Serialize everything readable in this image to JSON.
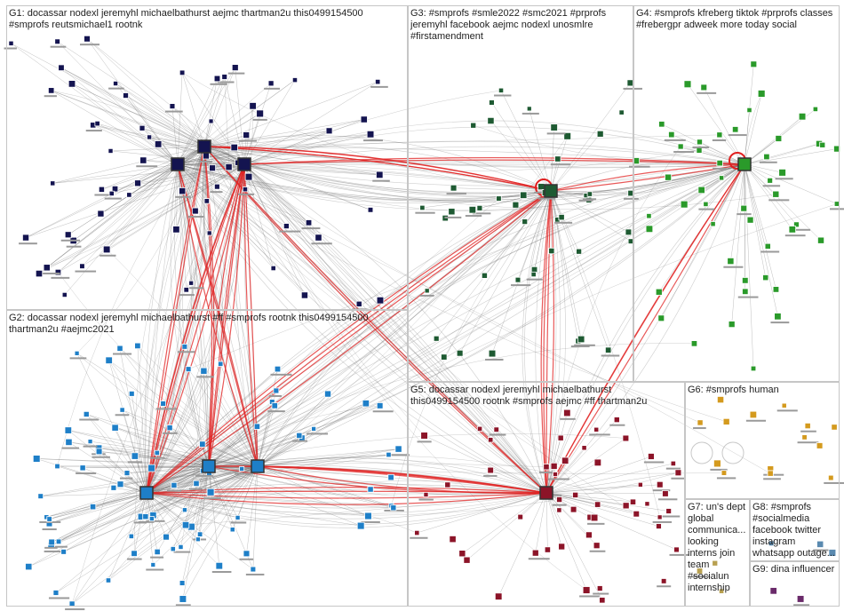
{
  "graph": {
    "groups": [
      {
        "id": "G1",
        "label": "G1: docassar nodexl jeremyhl michaelbathurst aejmc thartman2u this0499154500 #smprofs reutsmichael1 rootnk",
        "node_color": "#141450"
      },
      {
        "id": "G2",
        "label": "G2: docassar nodexl jeremyhl michaelbathurst #ff #smprofs rootnk this0499154500 thartman2u #aejmc2021",
        "node_color": "#1e7fc8"
      },
      {
        "id": "G3",
        "label": "G3: #smprofs #smle2022 #smc2021 #prprofs jeremyhl facebook aejmc nodexl unosmlre #firstamendment",
        "node_color": "#1e5a32"
      },
      {
        "id": "G4",
        "label": "G4: #smprofs kfreberg tiktok #prprofs classes #frebergpr adweek more today social",
        "node_color": "#2a9a2a"
      },
      {
        "id": "G5",
        "label": "G5: docassar nodexl jeremyhl michaelbathurst this0499154500 rootnk #smprofs aejmc #ff thartman2u",
        "node_color": "#8c1428"
      },
      {
        "id": "G6",
        "label": "G6: #smprofs human",
        "node_color": "#d49a1e"
      },
      {
        "id": "G7",
        "label": "G7: un's dept global communica... looking interns join team #socialun internship",
        "node_color": "#b8a050"
      },
      {
        "id": "G8",
        "label": "G8: #smprofs #socialmedia facebook twitter instagram whatsapp outage...",
        "node_color": "#5a8ab0"
      },
      {
        "id": "G9",
        "label": "G9: dina influencer",
        "node_color": "#6a2a6a"
      }
    ],
    "edge_color": "#707070",
    "highlight_edge_color": "#e02020"
  }
}
